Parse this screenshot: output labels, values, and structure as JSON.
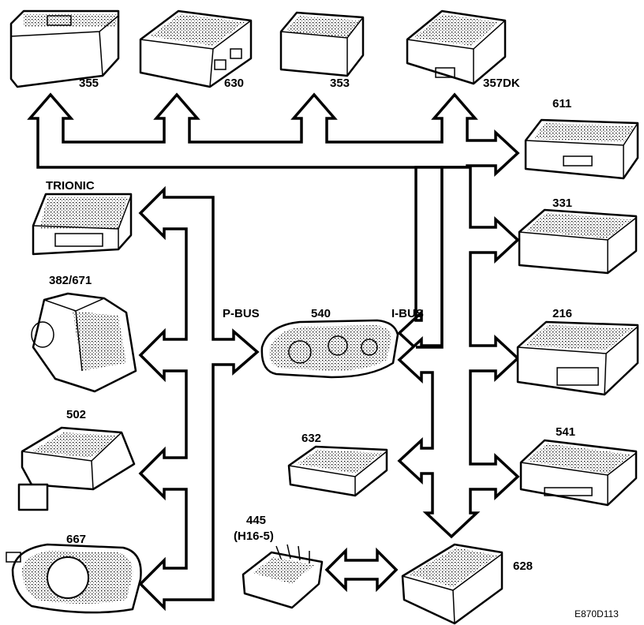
{
  "bus_labels": {
    "p_bus": "P-BUS",
    "i_bus": "I-BUS"
  },
  "modules": {
    "m355": "355",
    "m630": "630",
    "m353": "353",
    "m357dk": "357DK",
    "m611": "611",
    "trionic": "TRIONIC",
    "m331": "331",
    "m382_671": "382/671",
    "m540": "540",
    "m216": "216",
    "m502": "502",
    "m632": "632",
    "m541": "541",
    "m667": "667",
    "m445_line1": "445",
    "m445_line2": "(H16-5)",
    "m628": "628"
  },
  "figure_ref": "E870D113"
}
